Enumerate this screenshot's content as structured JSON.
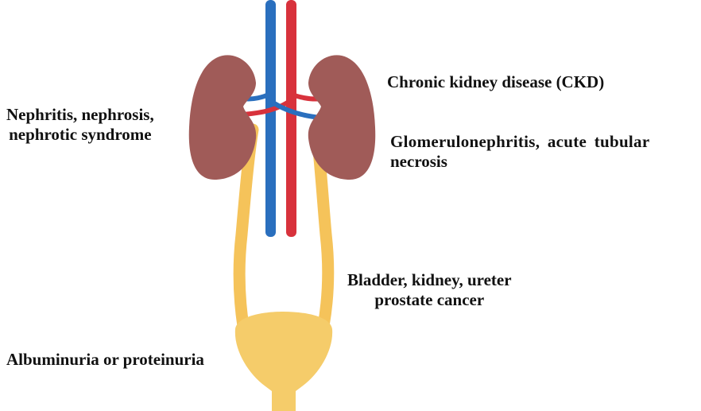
{
  "labels": {
    "nephritis": [
      "Nephritis, nephrosis,",
      "nephrotic syndrome"
    ],
    "ckd": "Chronic kidney disease (CKD)",
    "glomerulonephritis": [
      "Glomerulonephritis, acute tubular",
      "necrosis"
    ],
    "cancer": [
      "Bladder, kidney, ureter",
      "prostate cancer"
    ],
    "albuminuria": "Albuminuria or proteinuria"
  },
  "colors": {
    "kidney": "#a05b58",
    "vein": "#2a6fbe",
    "artery": "#d8323c",
    "ureter": "#f5c35a",
    "bladder": "#f5cc6a",
    "text": "#111111"
  }
}
